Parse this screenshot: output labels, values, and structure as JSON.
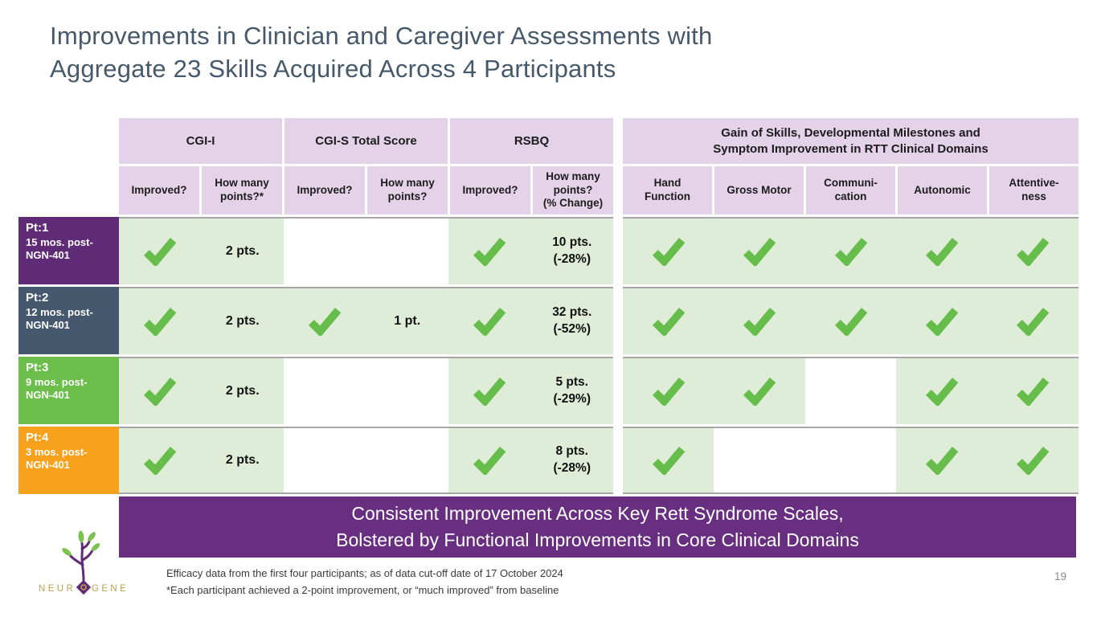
{
  "colors": {
    "title_text": "#46596B",
    "header_lavender": "#E3D2E8",
    "cell_green": "#DFEDD8",
    "check_green": "#66BD4B",
    "banner_purple": "#682F81",
    "row_separator": "#A6A6A6",
    "pt1_purple": "#5F2B77",
    "pt2_slate": "#46586E",
    "pt3_green": "#6CBE4B",
    "pt4_orange": "#F8A11D",
    "logo_gold": "#B9A14E",
    "logo_leaf_green": "#7DC24F",
    "footnote_gray": "#3A3A3A",
    "page_gray": "#8A8A8A"
  },
  "title": "Improvements in Clinician and Caregiver Assessments with\nAggregate 23 Skills Acquired Across 4 Participants",
  "table": {
    "header": {
      "cgi_i": {
        "label": "CGI-I",
        "sub1": "Improved?",
        "sub2": "How many\npoints?*"
      },
      "cgi_s": {
        "label": "CGI-S Total Score",
        "sub1": "Improved?",
        "sub2": "How many\npoints?"
      },
      "rsbq": {
        "label": "RSBQ",
        "sub1": "Improved?",
        "sub2": "How many\npoints?\n(% Change)"
      },
      "domains": {
        "label": "Gain of Skills, Developmental Milestones and\nSymptom Improvement in RTT Clinical Domains",
        "sub1": "Hand\nFunction",
        "sub2": "Gross Motor",
        "sub3": "Communi-\ncation",
        "sub4": "Autonomic",
        "sub5": "Attentive-\nness"
      }
    },
    "rows": [
      {
        "pt": "Pt:1",
        "timing": "15 mos. post-NGN-401",
        "cgi_i_improved": true,
        "cgi_i_points": "2 pts.",
        "cgi_s_improved": false,
        "cgi_s_points": "",
        "rsbq_improved": true,
        "rsbq_points": "10 pts.",
        "rsbq_change": "(-28%)",
        "hand_function": true,
        "gross_motor": true,
        "communication": true,
        "autonomic": true,
        "attentiveness": true
      },
      {
        "pt": "Pt:2",
        "timing": "12 mos. post-NGN-401",
        "cgi_i_improved": true,
        "cgi_i_points": "2 pts.",
        "cgi_s_improved": true,
        "cgi_s_points": "1 pt.",
        "rsbq_improved": true,
        "rsbq_points": "32 pts.",
        "rsbq_change": "(-52%)",
        "hand_function": true,
        "gross_motor": true,
        "communication": true,
        "autonomic": true,
        "attentiveness": true
      },
      {
        "pt": "Pt:3",
        "timing": "9 mos. post-NGN-401",
        "cgi_i_improved": true,
        "cgi_i_points": "2 pts.",
        "cgi_s_improved": false,
        "cgi_s_points": "",
        "rsbq_improved": true,
        "rsbq_points": "5 pts.",
        "rsbq_change": "(-29%)",
        "hand_function": true,
        "gross_motor": true,
        "communication": false,
        "autonomic": true,
        "attentiveness": true
      },
      {
        "pt": "Pt:4",
        "timing": "3 mos. post-NGN-401",
        "cgi_i_improved": true,
        "cgi_i_points": "2 pts.",
        "cgi_s_improved": false,
        "cgi_s_points": "",
        "rsbq_improved": true,
        "rsbq_points": "8 pts.",
        "rsbq_change": "(-28%)",
        "hand_function": true,
        "gross_motor": false,
        "communication": false,
        "autonomic": true,
        "attentiveness": true
      }
    ]
  },
  "banner": "Consistent Improvement Across Key Rett Syndrome Scales,\nBolstered by Functional Improvements in Core Clinical Domains",
  "footnotes": {
    "line1": "Efficacy data from the first four participants; as of data cut-off date of 17 October 2024",
    "line2": "*Each participant achieved a 2-point improvement, or “much improved” from baseline"
  },
  "logo": {
    "left": "NEUR",
    "right": "GENE"
  },
  "page_number": "19"
}
